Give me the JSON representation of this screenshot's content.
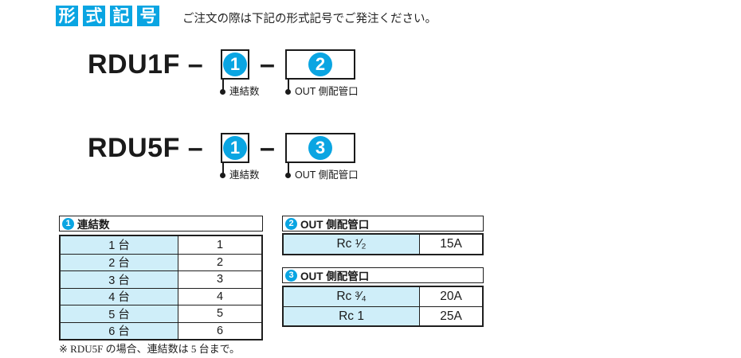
{
  "colors": {
    "accent": "#0aa5e2",
    "cell": "#cfeef9",
    "ink": "#1a1a1a",
    "border": "#1f1f1f"
  },
  "header": {
    "badge_chars": [
      "形",
      "式",
      "記",
      "号"
    ],
    "description": "ご注文の際は下記の形式記号でご発注ください。"
  },
  "diagrams": [
    {
      "model": "RDU1F –",
      "dash": "–",
      "slot1_num": "1",
      "slot2_num": "2",
      "slot1_label": "連結数",
      "slot2_label": "OUT 側配管口"
    },
    {
      "model": "RDU5F –",
      "dash": "–",
      "slot1_num": "1",
      "slot2_num": "3",
      "slot1_label": "連結数",
      "slot2_label": "OUT 側配管口"
    }
  ],
  "tables": {
    "renketsu": {
      "num": "1",
      "title": "連結数",
      "rows": [
        {
          "label": "1 台",
          "value": "1"
        },
        {
          "label": "2 台",
          "value": "2"
        },
        {
          "label": "3 台",
          "value": "3"
        },
        {
          "label": "4 台",
          "value": "4"
        },
        {
          "label": "5 台",
          "value": "5"
        },
        {
          "label": "6 台",
          "value": "6"
        }
      ],
      "footnote": "※ RDU5F の場合、連結数は 5 台まで。"
    },
    "out2": {
      "num": "2",
      "title": "OUT 側配管口",
      "rows": [
        {
          "label": "Rc ¹⁄₂",
          "value": "15A"
        }
      ]
    },
    "out3": {
      "num": "3",
      "title": "OUT 側配管口",
      "rows": [
        {
          "label": "Rc ³⁄₄",
          "value": "20A"
        },
        {
          "label": "Rc 1",
          "value": "25A"
        }
      ]
    }
  }
}
